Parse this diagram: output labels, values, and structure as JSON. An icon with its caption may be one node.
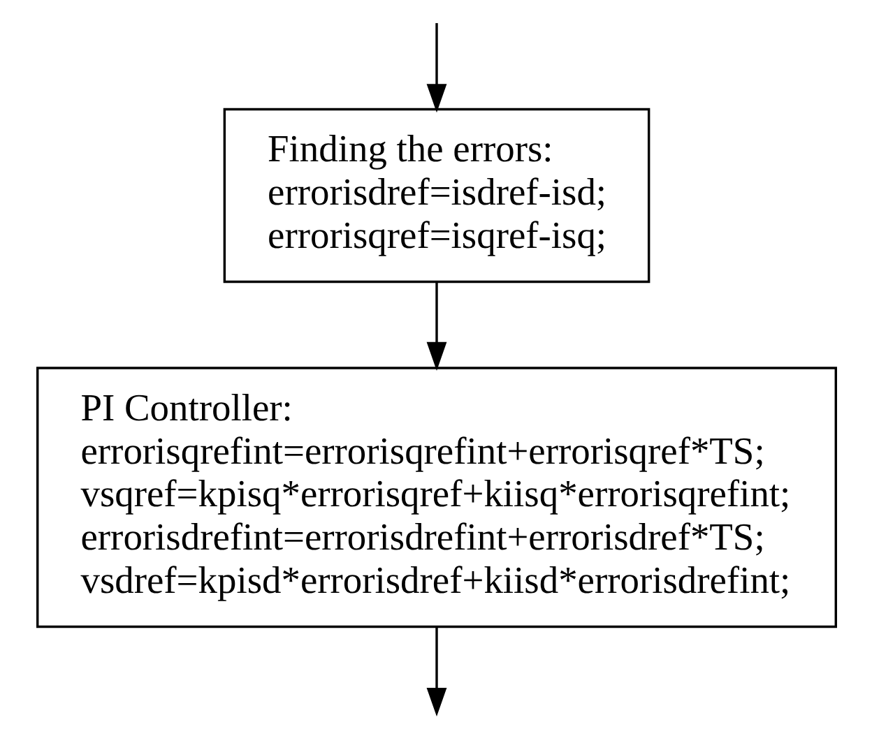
{
  "diagram": {
    "nodes": [
      {
        "text": [
          "Finding the errors:",
          "errorisdref=isdref-isd;",
          "errorisqref=isqref-isq;"
        ]
      },
      {
        "text": [
          "PI Controller:",
          "errorisqrefint=errorisqrefint+errorisqref*TS;",
          "vsqref=kpisq*errorisqref+kiisq*errorisqrefint;",
          "errorisdrefint=errorisdrefint+errorisdref*TS;",
          "vsdref=kpisd*errorisdref+kiisd*errorisdrefint;"
        ]
      }
    ],
    "edges": [
      {
        "from": null,
        "to": 0,
        "arrow": "to"
      },
      {
        "from": 0,
        "to": 1,
        "arrow": "to"
      },
      {
        "from": 1,
        "to": null,
        "arrow": "to"
      }
    ]
  }
}
